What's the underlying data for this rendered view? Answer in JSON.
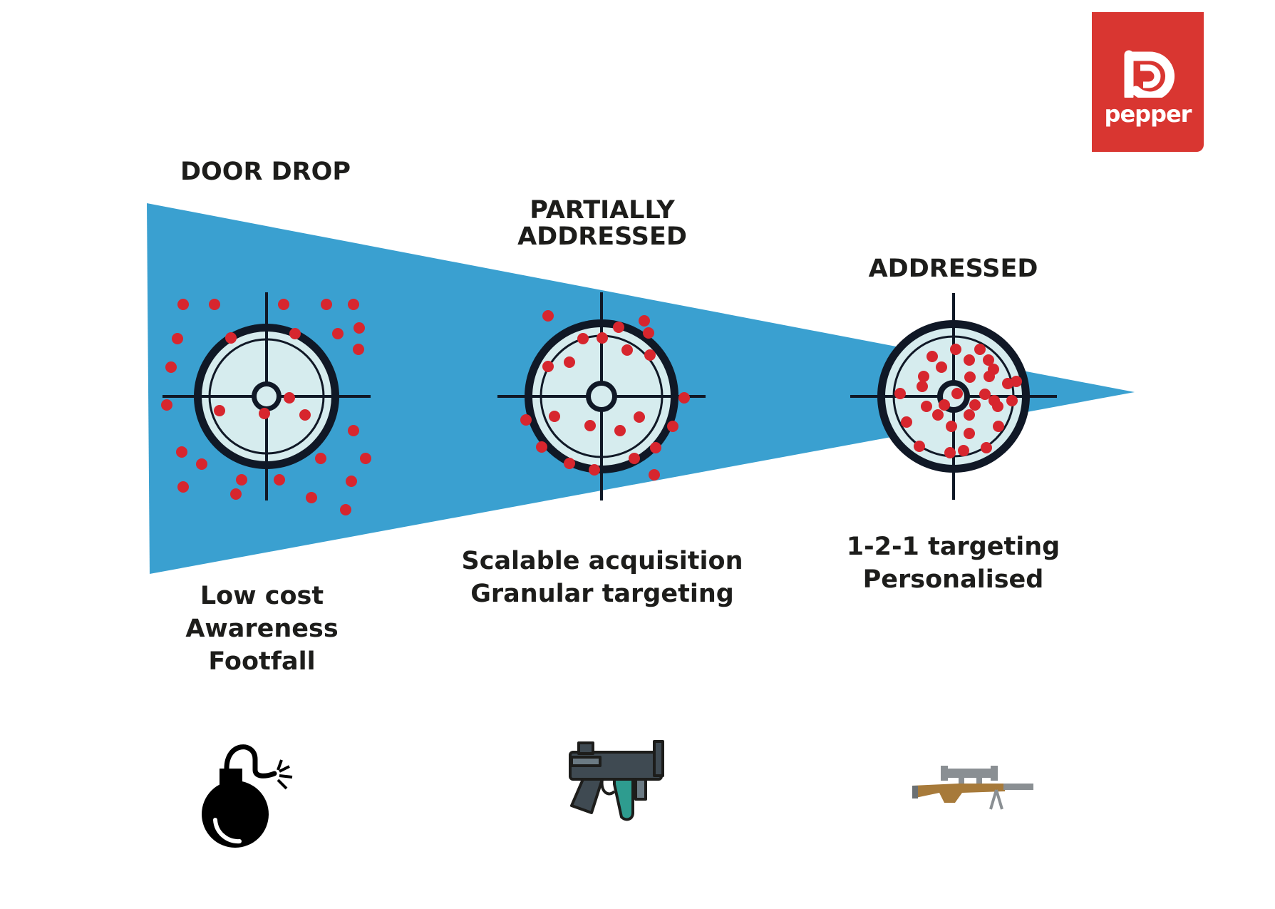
{
  "logo": {
    "word": "pepper",
    "color": "#d93631"
  },
  "funnel": {
    "color": "#3aa0d0"
  },
  "colors": {
    "dot": "#d7262e",
    "target_fill": "#d6ecee",
    "target_ring": "#101826"
  },
  "stages": [
    {
      "title": [
        "DOOR DROP"
      ],
      "description": [
        "Low cost",
        "Awareness",
        "Footfall"
      ],
      "icon": "bomb-icon"
    },
    {
      "title": [
        "PARTIALLY",
        "ADDRESSED"
      ],
      "description": [
        "Scalable acquisition",
        "Granular targeting"
      ],
      "icon": "submachine-gun-icon"
    },
    {
      "title": [
        "ADDRESSED"
      ],
      "description": [
        "1-2-1 targeting",
        "Personalised"
      ],
      "icon": "sniper-rifle-icon"
    }
  ]
}
